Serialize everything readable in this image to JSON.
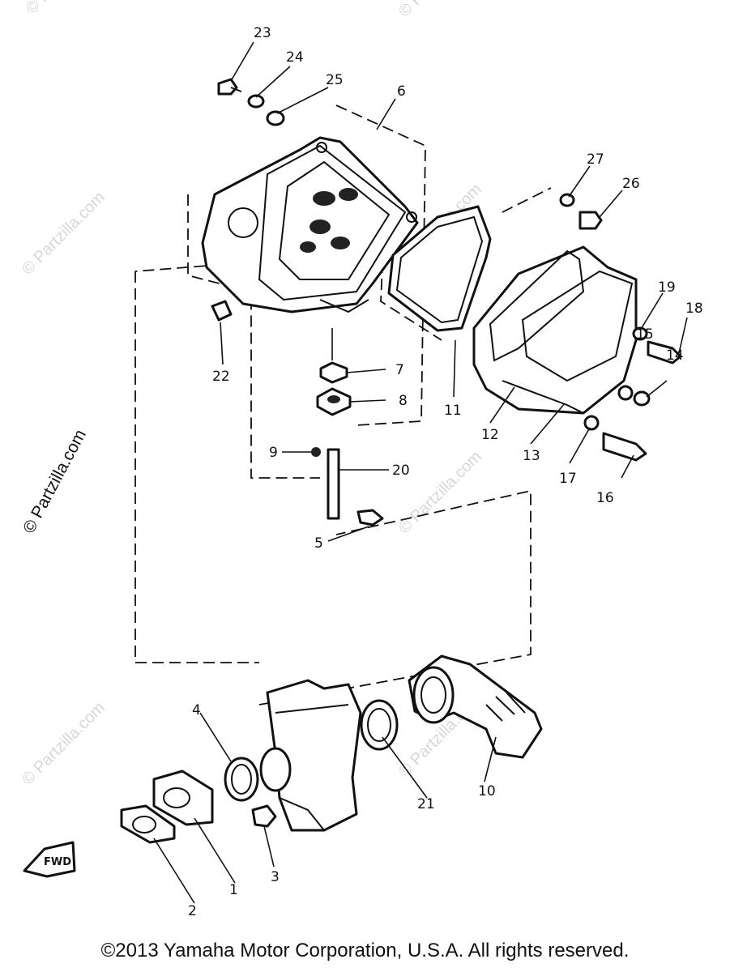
{
  "watermark": "© Partzilla.com",
  "copyright": "©2013  Yamaha Motor Corporation, U.S.A. All rights reserved.",
  "fwd_label": "FWD",
  "callouts": {
    "p1": "1",
    "p2": "2",
    "p3": "3",
    "p4": "4",
    "p5": "5",
    "p6": "6",
    "p7": "7",
    "p8": "8",
    "p9": "9",
    "p10": "10",
    "p11": "11",
    "p12": "12",
    "p13": "13",
    "p14": "14",
    "p15": "15",
    "p16": "16",
    "p17": "17",
    "p18": "18",
    "p19": "19",
    "p20": "20",
    "p21": "21",
    "p22": "22",
    "p23": "23",
    "p24": "24",
    "p25": "25",
    "p26": "26",
    "p27": "27"
  }
}
